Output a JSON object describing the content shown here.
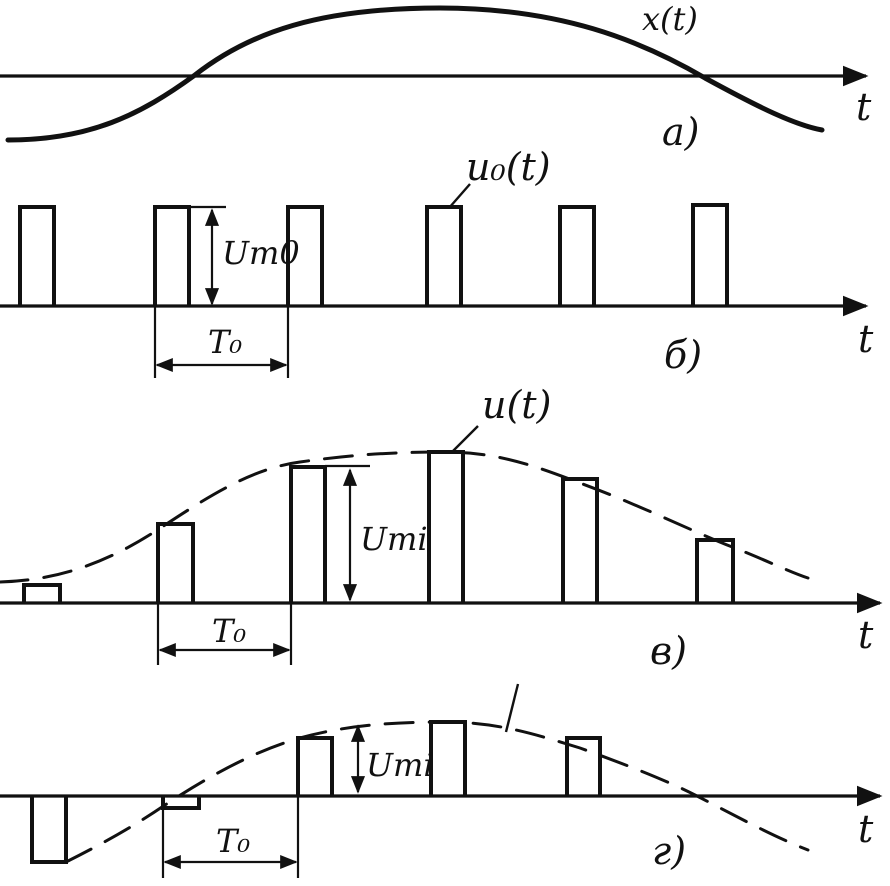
{
  "panels": {
    "a": {
      "signal_label": "x(t)",
      "axis_label": "t",
      "panel_letter": "а)"
    },
    "b": {
      "signal_label": "u₀(t)",
      "amplitude_label": "Um0",
      "period_label": "T₀",
      "axis_label": "t",
      "panel_letter": "б)"
    },
    "c": {
      "signal_label": "u(t)",
      "amplitude_label": "Umi",
      "period_label": "T₀",
      "axis_label": "t",
      "panel_letter": "в)"
    },
    "d": {
      "amplitude_label": "Umi",
      "period_label": "T₀",
      "axis_label": "t",
      "panel_letter": "г)"
    }
  },
  "colors": {
    "ink": "#111111",
    "background": "#ffffff"
  }
}
